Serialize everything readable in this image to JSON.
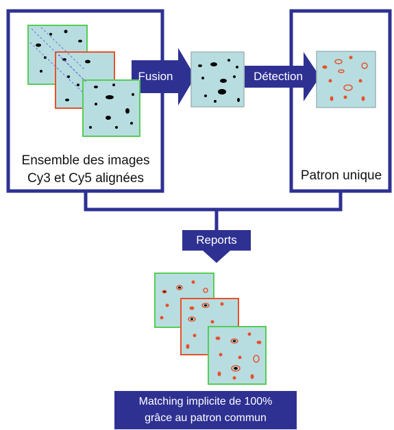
{
  "labels": {
    "fusion": "Fusion",
    "detection": "Détection",
    "reports": "Reports",
    "ensemble_line1": "Ensemble des images",
    "ensemble_line2": "Cy3 et Cy5 alignées",
    "patron": "Patron unique",
    "caption_line1": "Matching implicite de 100%",
    "caption_line2": "grâce au patron commun"
  },
  "colors": {
    "frame": "#2e3192",
    "panel": "#b7dde0",
    "border_green": "#55cc55",
    "border_red": "#e8502a",
    "spot_black": "#000000",
    "spot_red": "#e8502a",
    "panel_border_gray": "#9fb3b5"
  }
}
